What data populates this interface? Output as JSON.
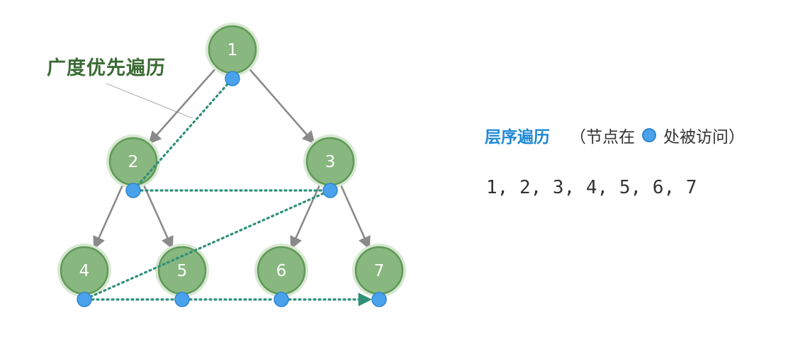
{
  "annotation": "广度优先遍历",
  "legend": {
    "title": "层序遍历",
    "open": "（节点在",
    "dot_icon": "blue-dot",
    "close": "处被访问）"
  },
  "sequence": "1, 2, 3, 4, 5, 6, 7",
  "nodes": [
    {
      "id": "1",
      "label": "1"
    },
    {
      "id": "2",
      "label": "2"
    },
    {
      "id": "3",
      "label": "3"
    },
    {
      "id": "4",
      "label": "4"
    },
    {
      "id": "5",
      "label": "5"
    },
    {
      "id": "6",
      "label": "6"
    },
    {
      "id": "7",
      "label": "7"
    }
  ],
  "edges": [
    [
      "1",
      "2"
    ],
    [
      "1",
      "3"
    ],
    [
      "2",
      "4"
    ],
    [
      "2",
      "5"
    ],
    [
      "3",
      "6"
    ],
    [
      "3",
      "7"
    ]
  ],
  "traversal_order": [
    "1",
    "2",
    "3",
    "4",
    "5",
    "6",
    "7"
  ],
  "colors": {
    "node_fill": "#88b77f",
    "node_ring": "#5f9a56",
    "node_halo": "#d8e8d3",
    "edge": "#8a8a8a",
    "visit_dot": "#4aa2ec",
    "path": "#2f8f79",
    "annotation": "#3a6b34",
    "legend_title": "#1e88d6"
  }
}
